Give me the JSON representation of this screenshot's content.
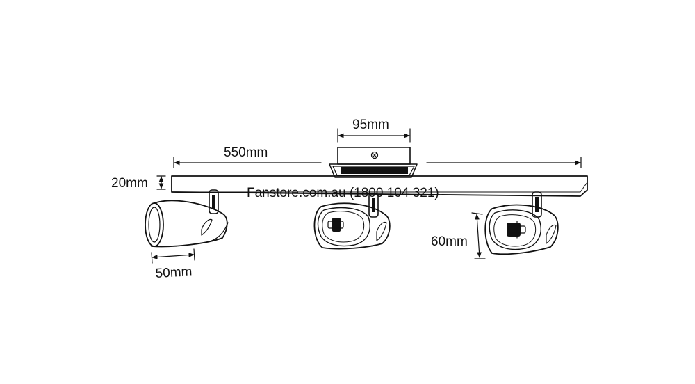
{
  "dimensions": {
    "width_95": "95mm",
    "length_550": "550mm",
    "height_20": "20mm",
    "head_50": "50mm",
    "head_60": "60mm"
  },
  "watermark": "Fanstore.com.au (1800 104 321)"
}
